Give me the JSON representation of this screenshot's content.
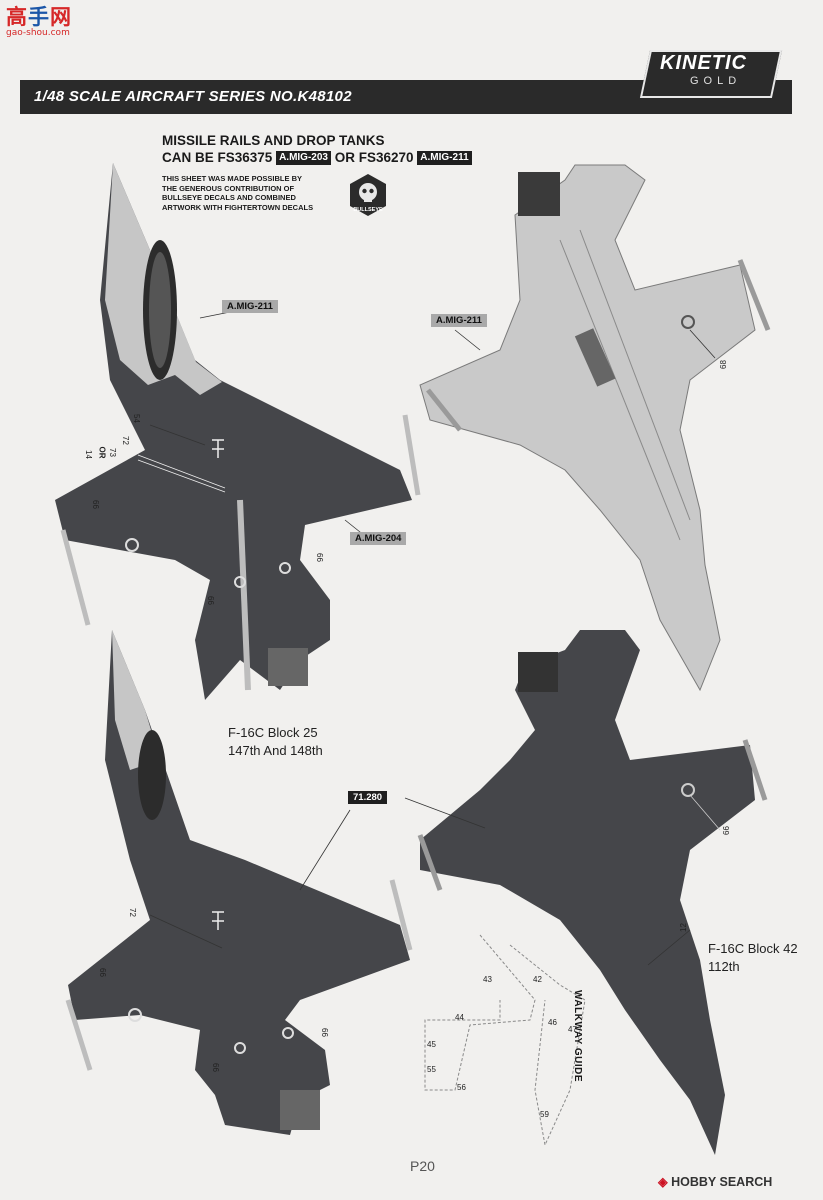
{
  "watermark": {
    "brand_a": "高",
    "brand_b": "手",
    "brand_c": "网",
    "url": "gao-shou.com"
  },
  "header": {
    "title": "1/48 SCALE  AIRCRAFT  SERIES NO.K48102"
  },
  "logo": {
    "brand": "KINETIC",
    "sub": "GOLD"
  },
  "notes": {
    "line1": "MISSILE RAILS AND DROP TANKS",
    "line2a": "CAN BE FS36375",
    "pill1": "A.MIG-203",
    "line2b": "OR FS36270",
    "pill2": "A.MIG-211",
    "sheet": [
      "THIS SHEET WAS MADE POSSIBLE BY",
      "THE GENEROUS CONTRIBUTION OF",
      "BULLSEYE DECALS AND COMBINED",
      "ARTWORK WITH FIGHTERTOWN DECALS"
    ],
    "bullseye": "BULLSEYE"
  },
  "callouts": {
    "top_left": "A.MIG-211",
    "top_right": "A.MIG-211",
    "mid_dark": "A.MIG-204",
    "walk_code": "71.280"
  },
  "numbers": {
    "n54": "54",
    "n72": "72",
    "n73": "73",
    "or": "OR",
    "n14": "14",
    "n66": "66",
    "n68": "68",
    "n12": "12",
    "w43": "43",
    "w42": "42",
    "w44": "44",
    "w45": "45",
    "w47": "47",
    "w46": "46",
    "w55": "55",
    "w56": "56",
    "w59": "59"
  },
  "captions": {
    "block25_line1": "F-16C Block 25",
    "block25_line2": "147th And 148th",
    "block42_line1": "F-16C Block 42",
    "block42_line2": "112th"
  },
  "walkway": "WALKWAY GUIDE",
  "footer": {
    "page": "P20",
    "brand": "HOBBY SEARCH"
  },
  "colors": {
    "dark_gray": "#444446",
    "light_gray": "#c9c9c9",
    "header": "#2a2a2a"
  }
}
